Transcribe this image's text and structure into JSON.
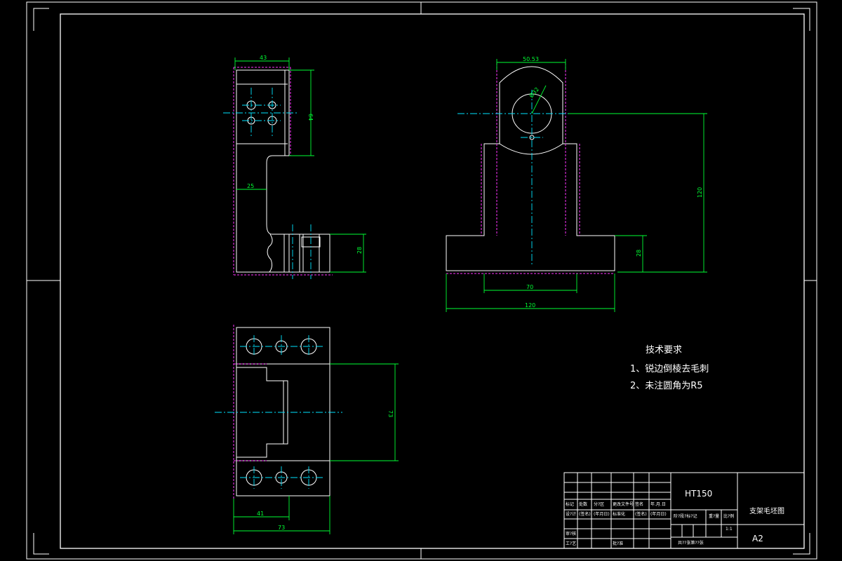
{
  "dimensions": {
    "side_width": "43",
    "side_top_height": "64",
    "side_slot": "25",
    "side_base": "28",
    "front_top_width": "50.53",
    "front_bore": "Ø32",
    "front_height": "120",
    "front_base": "28",
    "front_mid_width": "70",
    "front_total_width": "120",
    "top_height": "73",
    "top_inner": "41",
    "top_width": "73"
  },
  "notes": {
    "heading": "技术要求",
    "item1": "1、锐边倒棱去毛刺",
    "item2": "2、未注圆角为R5"
  },
  "title_block": {
    "material": "HT150",
    "drawing_name": "支架毛坯图",
    "sheet_size": "A2",
    "scale": "1:1",
    "rows": [
      [
        "标记",
        "处数",
        "分?区",
        "更改文件号",
        "签名",
        "年.月.日"
      ],
      [
        "设?计",
        "(签名)",
        "(年月日)",
        "标准化",
        "(签名)",
        "(年月日)"
      ],
      [
        "审?核",
        "",
        "",
        "",
        "",
        ""
      ],
      [
        "工?艺",
        "",
        "批?准",
        "",
        "",
        ""
      ]
    ],
    "mid_labels": [
      "阶?段?标?记",
      "重?量",
      "比?例"
    ],
    "sheet_count": "共??张第??张"
  }
}
